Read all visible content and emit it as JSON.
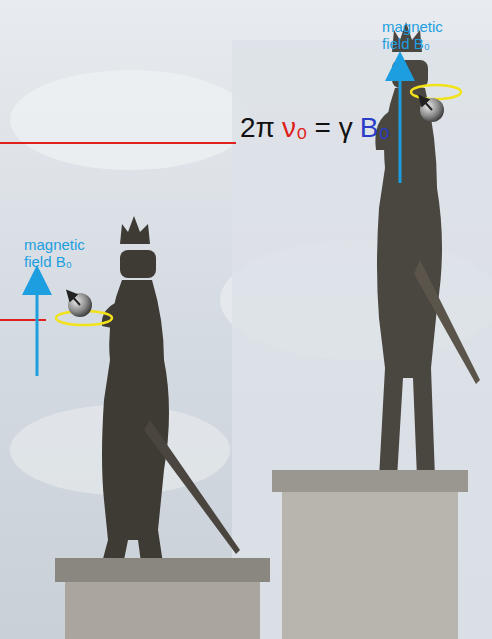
{
  "diagram": {
    "labels": [
      "magnetic field B₀",
      "magnetic field B₀",
      "2π",
      "ν₀",
      "= γ",
      "B₀"
    ]
  }
}
